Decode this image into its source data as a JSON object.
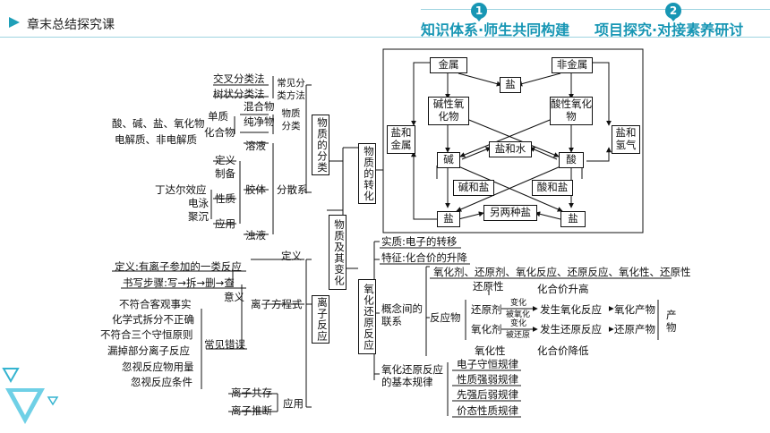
{
  "header": {
    "section_title": "章末总结探究课",
    "tab1_number": "1",
    "tab1_label": "知识体系·师生共同构建",
    "tab2_number": "2",
    "tab2_label": "项目探究·对接素养研讨"
  },
  "icons": {
    "header_arrow": "play-triangle-icon",
    "corner_deco": "triangle-decoration-icon"
  },
  "colors": {
    "accent": "#1796b4",
    "line": "#111111"
  },
  "diagram": {
    "root": "物质及其变化",
    "classification": {
      "node": "物质的分类",
      "common_methods": "常见分类方法",
      "cross": "交叉分类法",
      "tree": "树状分类法",
      "by_material": "物质分类",
      "mixture": "混合物",
      "pure": "纯净物",
      "element": "单质",
      "compound": "化合物",
      "compound_types": "酸、碱、盐、氧化物",
      "electrolytes": "电解质、非电解质",
      "dispersion": "分散系",
      "solution": "溶液",
      "colloid": "胶体",
      "turbid": "浊液",
      "colloid_definition": "定义",
      "colloid_prep": "制备",
      "colloid_property": "性质",
      "colloid_use": "应用",
      "tyndall": "丁达尔效应",
      "electrophoresis": "电泳",
      "coagulation": "聚沉"
    },
    "transformation": {
      "node": "物质的转化",
      "metal": "金属",
      "nonmetal": "非金属",
      "salt_top": "盐",
      "basic_oxide": "碱性氧化物",
      "acidic_oxide": "酸性氧化物",
      "salt_and_metal": "盐和金属",
      "salt_and_hydrogen": "盐和氢气",
      "salt_and_water": "盐和水",
      "base": "碱",
      "acid": "酸",
      "base_and_salt": "碱和盐",
      "acid_and_salt": "酸和盐",
      "salt_left": "盐",
      "two_salts": "另两种盐",
      "salt_right": "盐"
    },
    "ionic": {
      "node": "离子反应",
      "definition_label": "定义",
      "equation": "离子方程式",
      "meaning": "意义",
      "common_errors": "常见错误",
      "application": "应用",
      "def_text": "定义:有离子参加的一类反应",
      "steps": "书写步骤:写→拆→删→查",
      "errors": [
        "不符合客观事实",
        "化学式拆分不正确",
        "不符合三个守恒原则",
        "漏掉部分离子反应",
        "忽视反应物用量",
        "忽视反应条件"
      ],
      "coexist": "离子共存",
      "infer": "离子推断"
    },
    "redox": {
      "node": "氧化还原反应",
      "essence": "实质:电子的转移",
      "feature": "特征:化合价的升降",
      "concept": "概念间的联系",
      "concept_list": "氧化剂、还原剂、氧化反应、还原反应、氧化性、还原性",
      "reactant": "反应物",
      "reducing_property": "还原性",
      "valence_up": "化合价升高",
      "reducing_agent": "还原剂",
      "change1": "变化",
      "oxidized": "被氧化",
      "oxidation_reaction": "发生氧化反应",
      "oxidation_product": "氧化产物",
      "oxidizing_agent": "氧化剂",
      "change2": "变化",
      "reduced": "被还原",
      "reduction_reaction": "发生还原反应",
      "reduction_product": "还原产物",
      "product": "产物",
      "oxidizing_property": "氧化性",
      "valence_down": "化合价降低",
      "basic_laws": "氧化还原反应的基本规律",
      "laws": [
        "电子守恒规律",
        "性质强弱规律",
        "先强后弱规律",
        "价态性质规律"
      ]
    }
  }
}
